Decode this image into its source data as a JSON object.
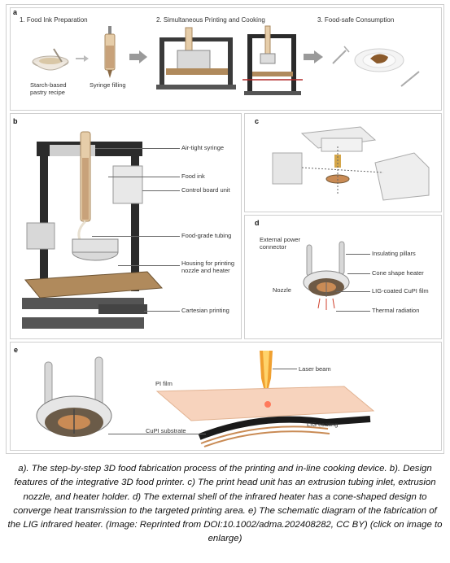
{
  "panel_a": {
    "label": "a",
    "step1": "1. Food Ink Preparation",
    "step2": "2. Simultaneous Printing and Cooking",
    "step3": "3. Food-safe Consumption",
    "recipe_label": "Starch-based\npastry recipe",
    "syringe_label": "Syringe filling"
  },
  "panel_b": {
    "label": "b",
    "callouts": [
      "Air-tight syringe",
      "Food ink",
      "Control board unit",
      "Food-grade tubing",
      "Housing for printing\nnozzle and heater",
      "Cartesian printing"
    ]
  },
  "panel_c": {
    "label": "c"
  },
  "panel_d": {
    "label": "d",
    "external_power": "External power\nconnector",
    "nozzle": "Nozzle",
    "callouts": [
      "Insulating pillars",
      "Cone shape heater",
      "LIG-coated CuPI film",
      "Thermal radiation"
    ]
  },
  "panel_e": {
    "label": "e",
    "laser": "Laser beam",
    "pi_film": "PI film",
    "lig": "LIG coating",
    "cupi": "CuPI substrate"
  },
  "caption": "a). The step-by-step 3D food fabrication process of the printing and in-line cooking device. b). Design features of the integrative 3D food printer. c) The print head unit has an extrusion tubing inlet, extrusion nozzle, and heater holder. d) The external shell of the infrared heater has a cone-shaped design to converge heat transmission to the targeted printing area. e) The schematic diagram of the fabrication of the LIG infrared heater. (Image: Reprinted from DOI:10.1002/adma.202408282, CC BY) (click on image to enlarge)",
  "colors": {
    "frame": "#cfcfcf",
    "arrow": "#9a9a9a",
    "printer_frame": "#2b2b2b",
    "ink": "#c8a27a",
    "bed": "#b08a5c",
    "laser": "#f0a030",
    "copper": "#c98b55"
  }
}
